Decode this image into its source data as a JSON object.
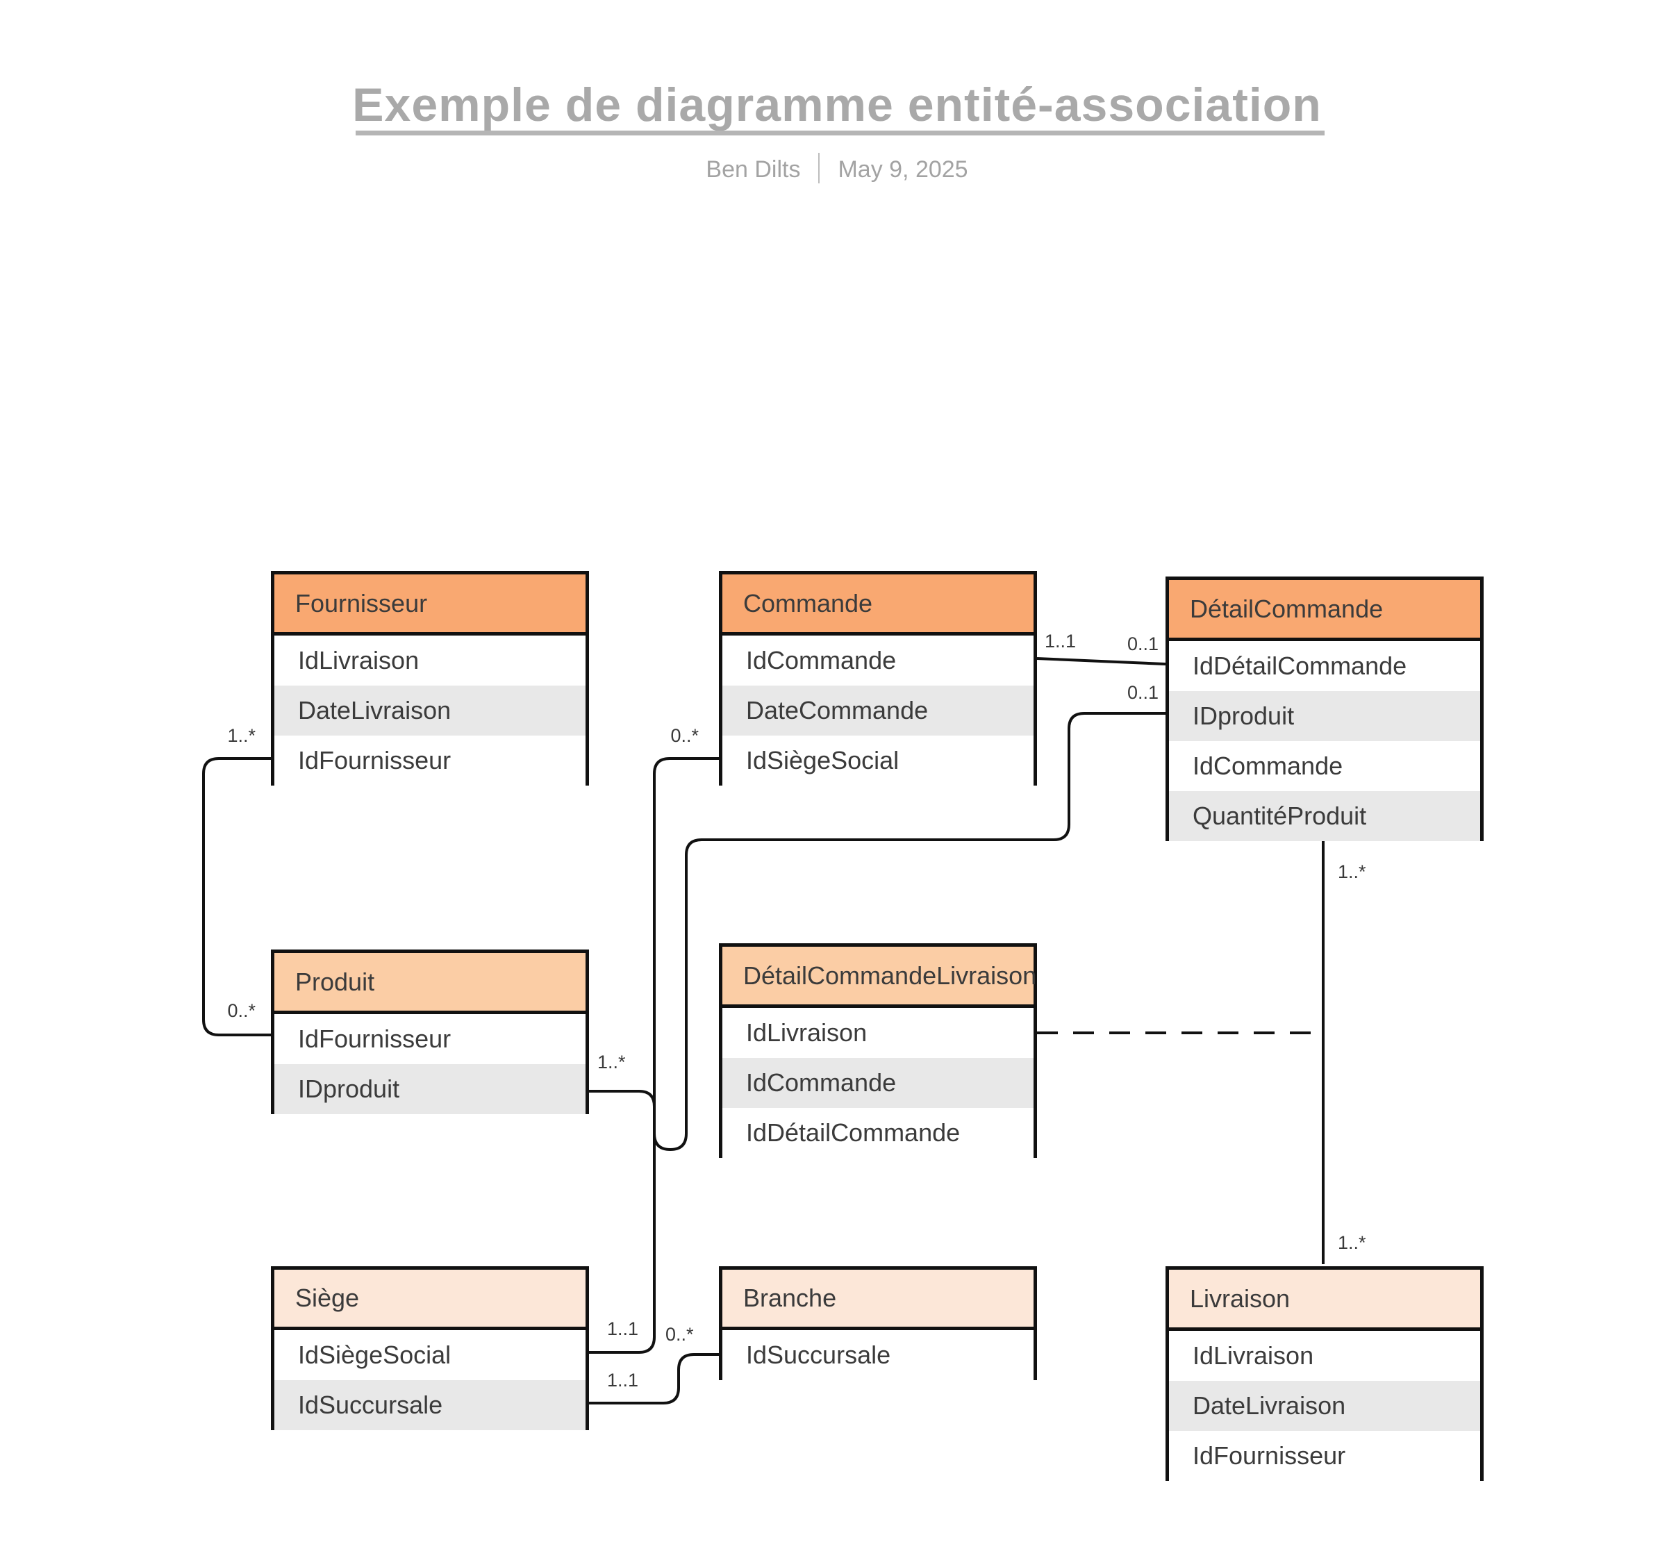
{
  "page": {
    "title": "Exemple de diagramme entité-association",
    "author": "Ben Dilts",
    "date": "May 9, 2025"
  },
  "colors": {
    "header_strong": "#F9A871",
    "header_medium": "#FBCDA5",
    "header_pale": "#FCE7D8",
    "row_shaded": "#E8E8E8",
    "row_plain": "#FFFFFF",
    "border": "#111111",
    "title_text": "#A9A9A9",
    "label_text": "#3A3A3A"
  },
  "entities": [
    {
      "id": "fournisseur",
      "name": "Fournisseur",
      "tier": "strong",
      "fields": [
        {
          "name": "IdLivraison",
          "shaded": false
        },
        {
          "name": "DateLivraison",
          "shaded": true
        },
        {
          "name": "IdFournisseur",
          "shaded": false
        }
      ]
    },
    {
      "id": "commande",
      "name": "Commande",
      "tier": "strong",
      "fields": [
        {
          "name": "IdCommande",
          "shaded": false
        },
        {
          "name": "DateCommande",
          "shaded": true
        },
        {
          "name": "IdSiègeSocial",
          "shaded": false
        }
      ]
    },
    {
      "id": "detail-commande",
      "name": "DétailCommande",
      "tier": "strong",
      "fields": [
        {
          "name": "IdDétailCommande",
          "shaded": false
        },
        {
          "name": "IDproduit",
          "shaded": true
        },
        {
          "name": "IdCommande",
          "shaded": false
        },
        {
          "name": "QuantitéProduit",
          "shaded": true
        }
      ]
    },
    {
      "id": "produit",
      "name": "Produit",
      "tier": "medium",
      "fields": [
        {
          "name": "IdFournisseur",
          "shaded": false
        },
        {
          "name": "IDproduit",
          "shaded": true
        }
      ]
    },
    {
      "id": "detail-commande-livraison",
      "name": "DétailCommandeLivraison",
      "tier": "medium",
      "fields": [
        {
          "name": "IdLivraison",
          "shaded": false
        },
        {
          "name": "IdCommande",
          "shaded": true
        },
        {
          "name": "IdDétailCommande",
          "shaded": false
        }
      ]
    },
    {
      "id": "siege",
      "name": "Siège",
      "tier": "pale",
      "fields": [
        {
          "name": "IdSiègeSocial",
          "shaded": false
        },
        {
          "name": "IdSuccursale",
          "shaded": true
        }
      ]
    },
    {
      "id": "branche",
      "name": "Branche",
      "tier": "pale",
      "fields": [
        {
          "name": "IdSuccursale",
          "shaded": false
        }
      ]
    },
    {
      "id": "livraison",
      "name": "Livraison",
      "tier": "pale",
      "fields": [
        {
          "name": "IdLivraison",
          "shaded": false
        },
        {
          "name": "DateLivraison",
          "shaded": true
        },
        {
          "name": "IdFournisseur",
          "shaded": false
        }
      ]
    }
  ],
  "connections": [
    {
      "id": "fournisseur-produit",
      "from": "Fournisseur",
      "to": "Produit",
      "from_card": "1..*",
      "to_card": "0..*",
      "style": "solid"
    },
    {
      "id": "commande-detail-commande",
      "from": "Commande",
      "to": "DétailCommande",
      "from_card": "1..1",
      "to_card": "0..1",
      "style": "solid"
    },
    {
      "id": "produit-detail-commande",
      "from": "Produit",
      "to": "DétailCommande",
      "from_card": "1..*",
      "to_card": "0..1",
      "style": "solid"
    },
    {
      "id": "commande-siege",
      "from": "Commande",
      "to": "Siège",
      "from_card": "0..*",
      "to_card": "1..1",
      "style": "solid"
    },
    {
      "id": "siege-branche",
      "from": "Siège",
      "to": "Branche",
      "from_card": "1..1",
      "to_card": "0..*",
      "style": "solid"
    },
    {
      "id": "detail-commande-livraison-link",
      "from": "DétailCommande",
      "to": "Livraison",
      "from_card": "1..*",
      "to_card": "1..*",
      "style": "solid"
    },
    {
      "id": "dcl-association",
      "from": "DétailCommandeLivraison",
      "to": "DétailCommande–Livraison line",
      "from_card": "",
      "to_card": "",
      "style": "dashed"
    }
  ]
}
